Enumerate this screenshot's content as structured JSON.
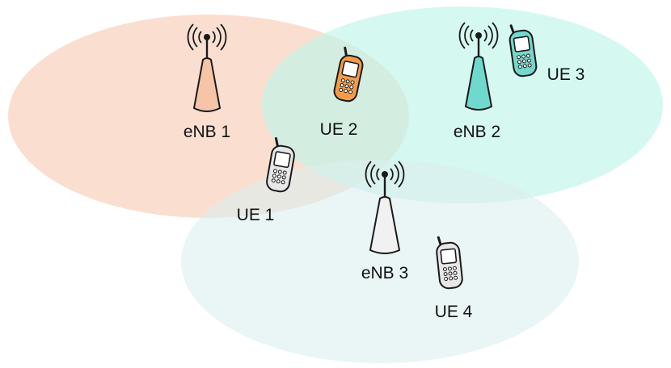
{
  "colors": {
    "cell_1": "#f7c9b3",
    "cell_2": "#bff4ea",
    "cell_3": "#dceeee",
    "enb_1_body": "#f6c4a6",
    "enb_2_body": "#6fd9cd",
    "enb_3_body": "#f1f1f1",
    "ue_orange": "#f59b48",
    "ue_teal": "#74d8cc",
    "ue_gray": "#e7e7e7",
    "outline": "#1a1a1a"
  },
  "base_stations": [
    {
      "label": "eNB 1",
      "icon": "antenna-tower-icon",
      "color": "enb_1_body"
    },
    {
      "label": "eNB 2",
      "icon": "antenna-tower-icon",
      "color": "enb_2_body"
    },
    {
      "label": "eNB 3",
      "icon": "antenna-tower-icon",
      "color": "enb_3_body"
    }
  ],
  "user_equipment": [
    {
      "label": "UE 1",
      "icon": "mobile-phone-icon",
      "color": "ue_gray"
    },
    {
      "label": "UE 2",
      "icon": "mobile-phone-icon",
      "color": "ue_orange"
    },
    {
      "label": "UE 3",
      "icon": "mobile-phone-icon",
      "color": "ue_teal"
    },
    {
      "label": "UE 4",
      "icon": "mobile-phone-icon",
      "color": "ue_gray"
    }
  ]
}
